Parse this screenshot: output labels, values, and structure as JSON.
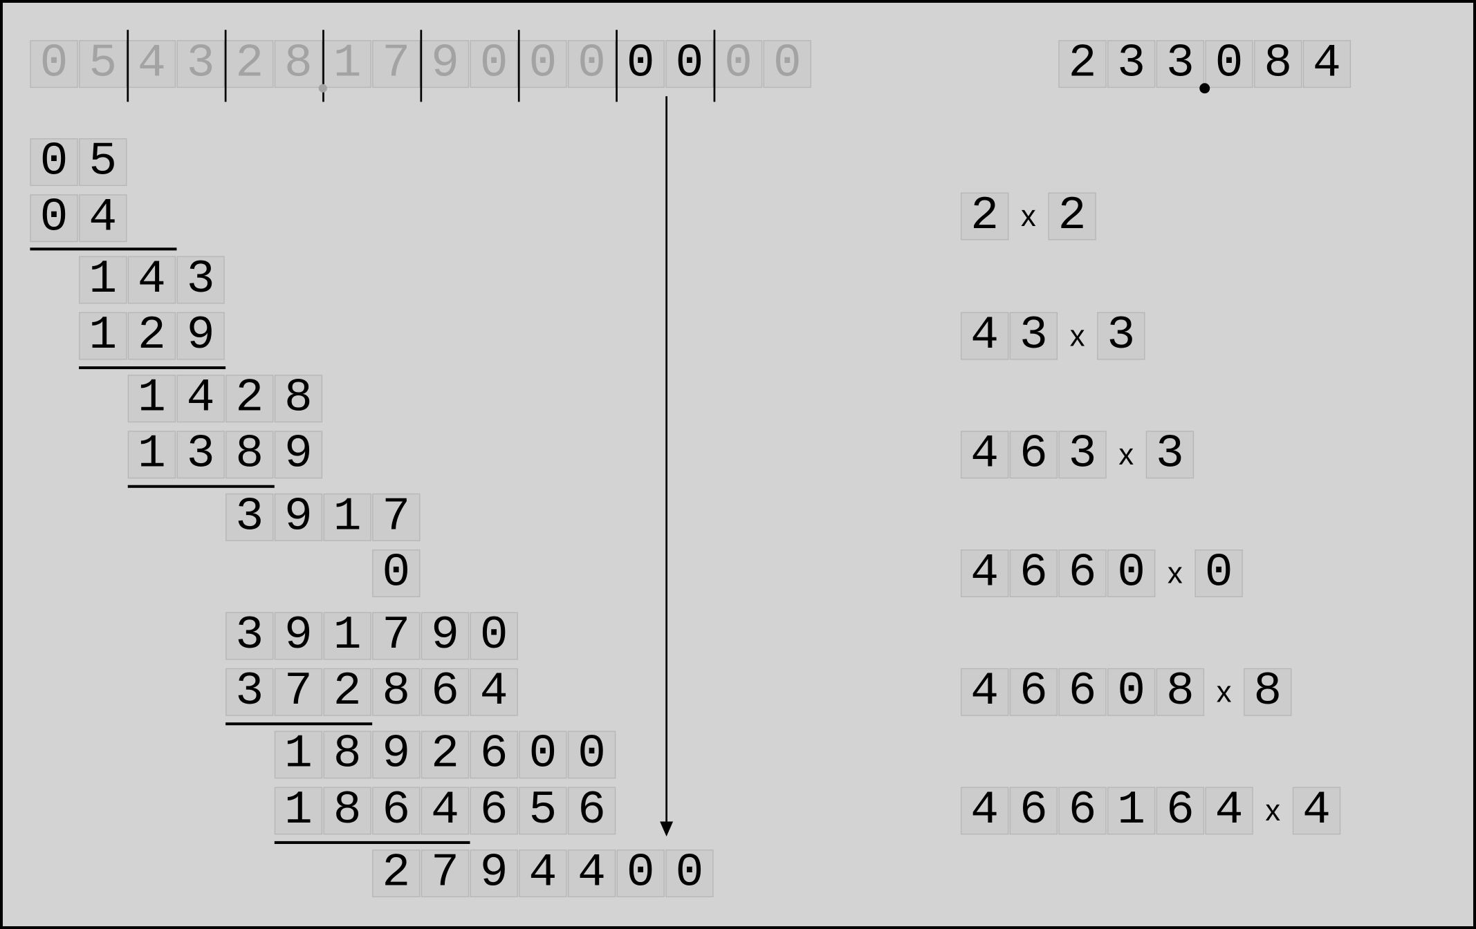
{
  "radicand": {
    "digits": [
      "0",
      "5",
      "4",
      "3",
      "2",
      "8",
      "1",
      "7",
      "9",
      "0",
      "0",
      "0",
      "0",
      "0",
      "0",
      "0"
    ],
    "active_from": 12,
    "active_to": 13
  },
  "result": {
    "digits": [
      "2",
      "3",
      "3",
      "0",
      "8",
      "4"
    ],
    "decimal_after": 3
  },
  "steps": [
    {
      "value": "05",
      "start": 0
    },
    {
      "value": "04",
      "start": 0
    },
    {
      "value": "143",
      "start": 1
    },
    {
      "value": "129",
      "start": 1
    },
    {
      "value": "1428",
      "start": 2
    },
    {
      "value": "1389",
      "start": 2
    },
    {
      "value": "3917",
      "start": 4
    },
    {
      "value": "0",
      "start": 7
    },
    {
      "value": "391790",
      "start": 4
    },
    {
      "value": "372864",
      "start": 4
    },
    {
      "value": "1892600",
      "start": 5
    },
    {
      "value": "1864656",
      "start": 5
    },
    {
      "value": "2794400",
      "start": 7
    }
  ],
  "multiplications": [
    {
      "left": "2",
      "times": "x",
      "right": "2"
    },
    {
      "left": "43",
      "times": "x",
      "right": "3"
    },
    {
      "left": "463",
      "times": "x",
      "right": "3"
    },
    {
      "left": "4660",
      "times": "x",
      "right": "0"
    },
    {
      "left": "46608",
      "times": "x",
      "right": "8"
    },
    {
      "left": "466164",
      "times": "x",
      "right": "4"
    }
  ]
}
